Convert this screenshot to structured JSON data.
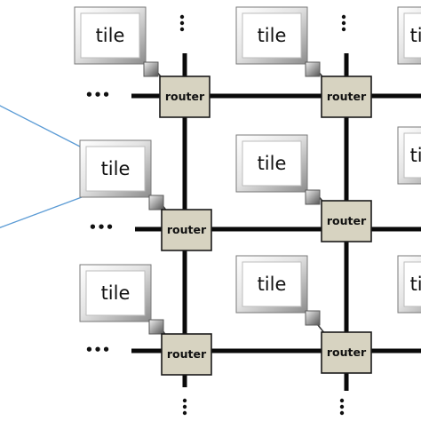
{
  "tile_label": "tile",
  "router_label": "router",
  "ellipsis": "•••",
  "colors": {
    "wire": "#0a0a0a",
    "router_fill": "#d7d3c1",
    "router_border": "#1a1a1a",
    "tile_face": "#ffffff",
    "tile_frame_light": "#f4f4f4",
    "tile_frame_dark": "#8f8f8f",
    "connector_light": "#e6e6e6",
    "connector_dark": "#5a5a5a",
    "callout": "#5b9bd5"
  },
  "tiles": [
    {
      "label": "tile"
    },
    {
      "label": "tile"
    },
    {
      "label": "tile"
    },
    {
      "label": "tile"
    },
    {
      "label": "tile"
    },
    {
      "label": "tile"
    },
    {
      "label": "tile"
    },
    {
      "label": "tile"
    },
    {
      "label": "tile"
    }
  ],
  "routers": [
    {
      "label": "router"
    },
    {
      "label": "router"
    },
    {
      "label": "router"
    },
    {
      "label": "router"
    },
    {
      "label": "router"
    },
    {
      "label": "router"
    }
  ]
}
